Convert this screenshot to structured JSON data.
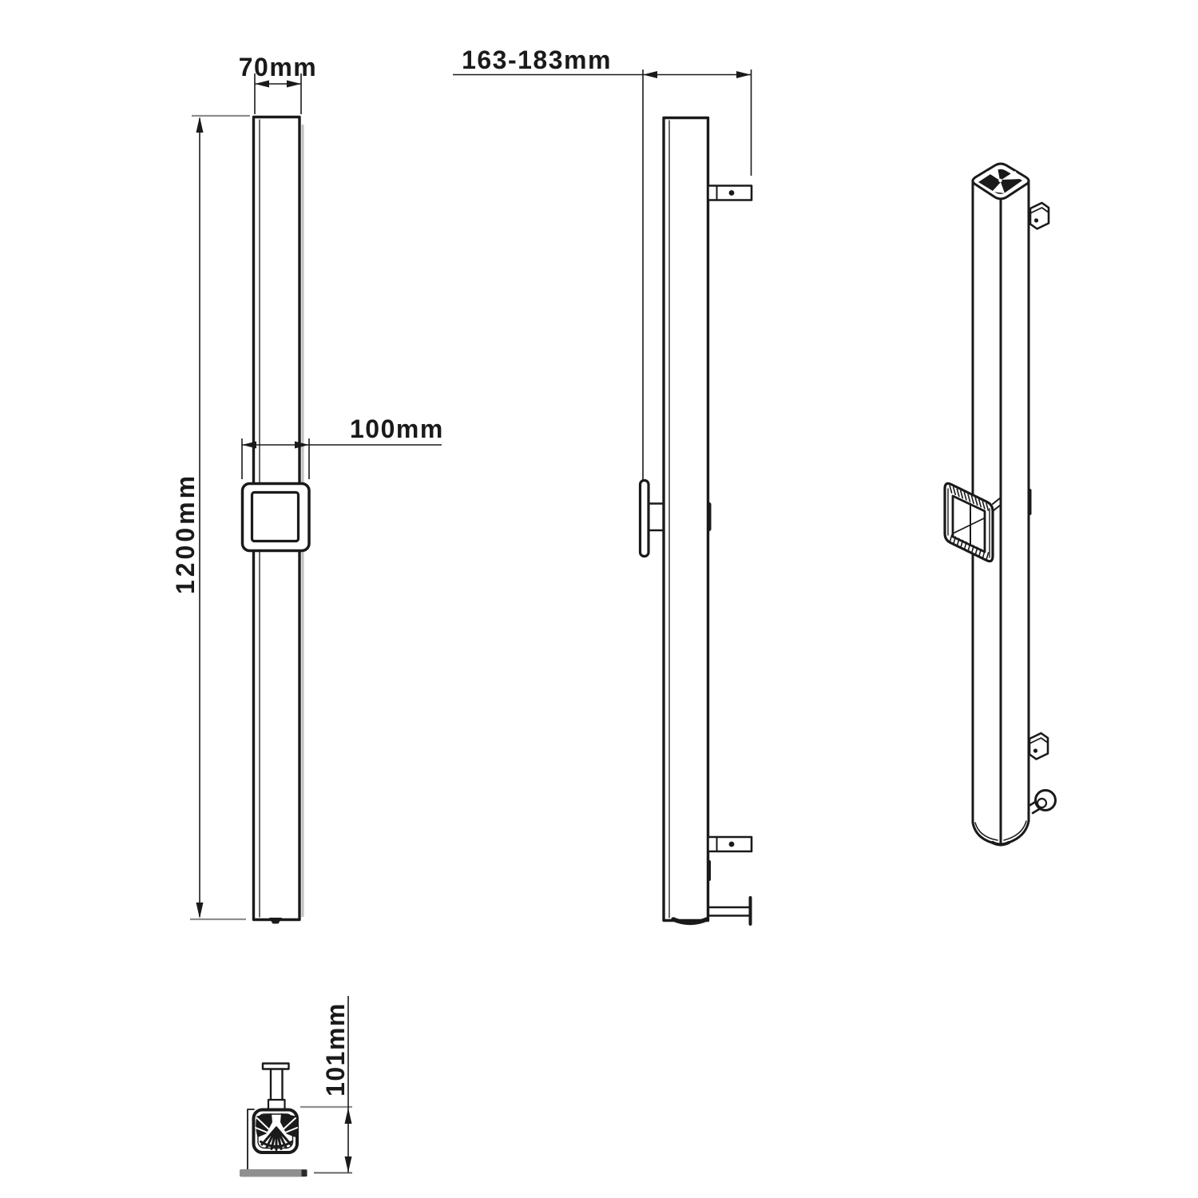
{
  "colors": {
    "line": "#1a1a1a",
    "gray": "#8f8f8f",
    "bg": "#ffffff"
  },
  "dimensions": {
    "post_width": "70mm",
    "post_height": "1200mm",
    "handle_width": "100mm",
    "wall_distance": "163-183mm",
    "base_depth": "101mm"
  }
}
